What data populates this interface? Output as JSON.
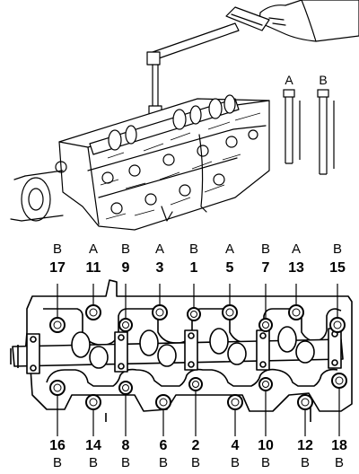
{
  "bolt_types": {
    "a": "A",
    "b": "B"
  },
  "top_row": [
    {
      "number": "17",
      "type": "B"
    },
    {
      "number": "11",
      "type": "A"
    },
    {
      "number": "9",
      "type": "B"
    },
    {
      "number": "3",
      "type": "A"
    },
    {
      "number": "1",
      "type": "B"
    },
    {
      "number": "5",
      "type": "A"
    },
    {
      "number": "7",
      "type": "B"
    },
    {
      "number": "13",
      "type": "A"
    },
    {
      "number": "15",
      "type": "B"
    }
  ],
  "bottom_row": [
    {
      "number": "16",
      "type": "B"
    },
    {
      "number": "14",
      "type": "B"
    },
    {
      "number": "8",
      "type": "B"
    },
    {
      "number": "6",
      "type": "B"
    },
    {
      "number": "2",
      "type": "B"
    },
    {
      "number": "4",
      "type": "B"
    },
    {
      "number": "10",
      "type": "B"
    },
    {
      "number": "12",
      "type": "B"
    },
    {
      "number": "18",
      "type": "B"
    }
  ]
}
